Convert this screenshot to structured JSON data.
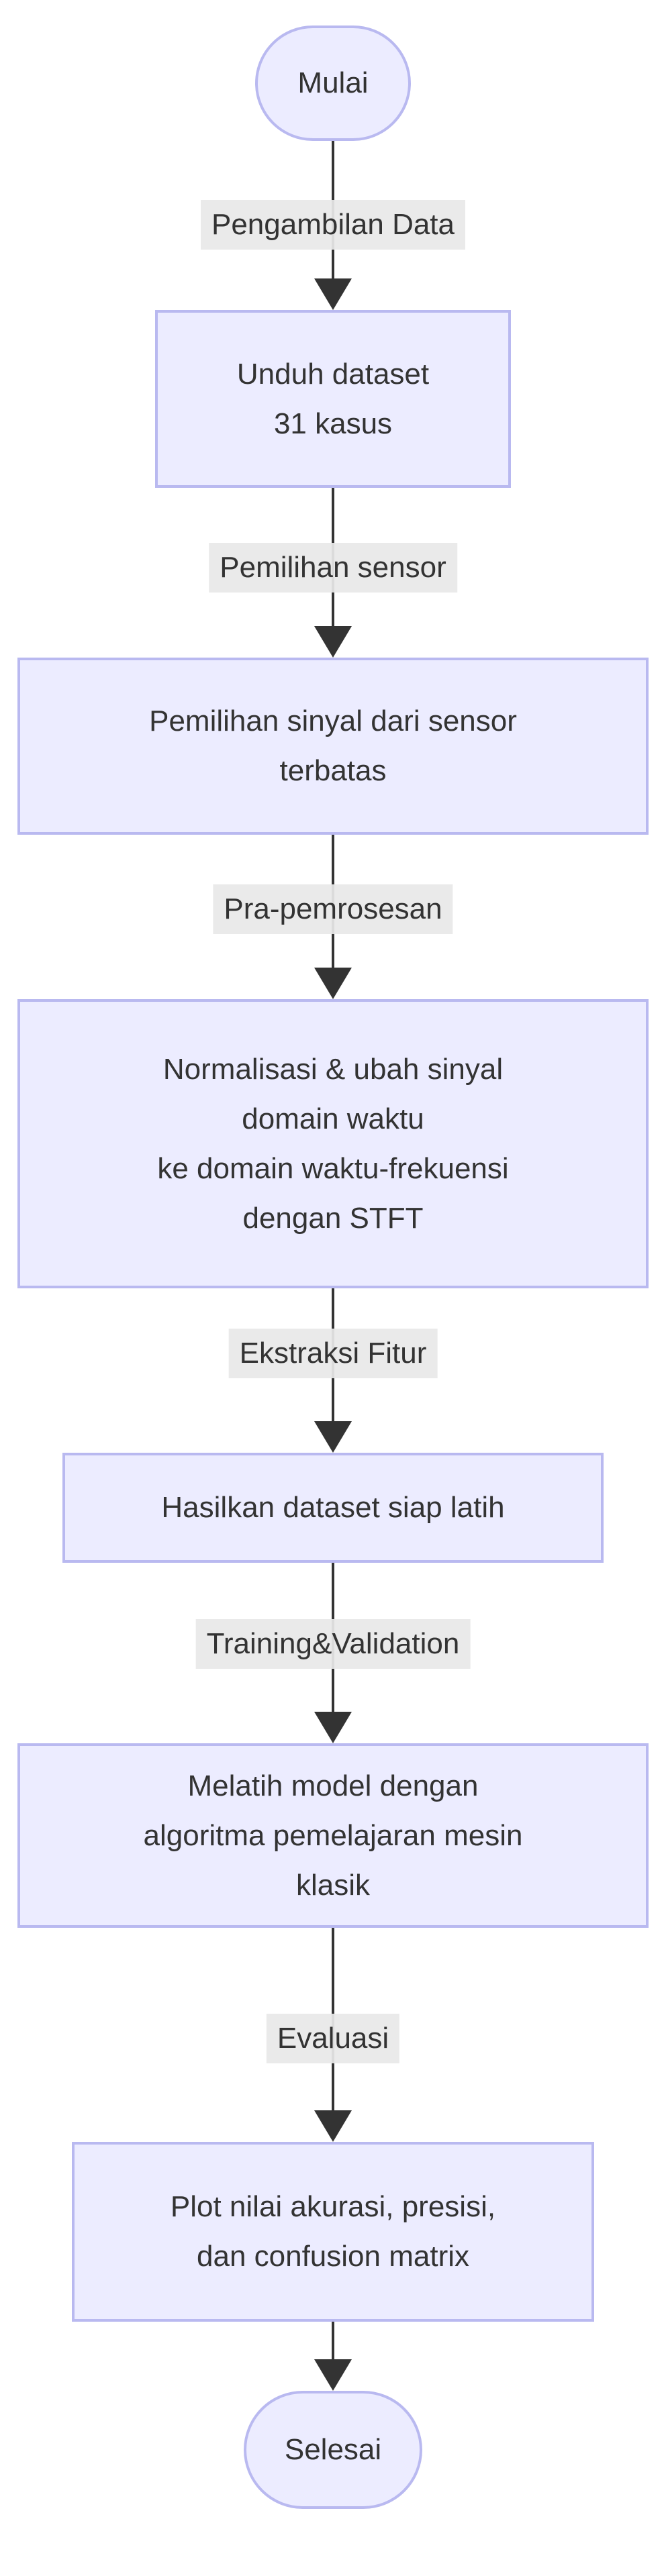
{
  "diagram": {
    "type": "flowchart",
    "direction": "top-down",
    "nodes": [
      {
        "id": "start",
        "shape": "stadium",
        "label": "Mulai"
      },
      {
        "id": "unduh",
        "shape": "rect",
        "lines": [
          "Unduh dataset",
          "31 kasus"
        ]
      },
      {
        "id": "pemilihan",
        "shape": "rect",
        "lines": [
          "Pemilihan sinyal dari sensor",
          "terbatas"
        ]
      },
      {
        "id": "normalisasi",
        "shape": "rect",
        "lines": [
          "Normalisasi & ubah sinyal",
          "domain waktu",
          "ke domain waktu-frekuensi",
          "dengan STFT"
        ]
      },
      {
        "id": "hasilkan",
        "shape": "rect",
        "lines": [
          "Hasilkan dataset siap latih"
        ]
      },
      {
        "id": "melatih",
        "shape": "rect",
        "lines": [
          "Melatih model dengan",
          "algoritma pemelajaran mesin",
          "klasik"
        ]
      },
      {
        "id": "plot",
        "shape": "rect",
        "lines": [
          "Plot nilai akurasi, presisi,",
          "dan confusion matrix"
        ]
      },
      {
        "id": "end",
        "shape": "stadium",
        "label": "Selesai"
      }
    ],
    "edges": [
      {
        "from": "start",
        "to": "unduh",
        "label": "Pengambilan Data"
      },
      {
        "from": "unduh",
        "to": "pemilihan",
        "label": "Pemilihan sensor"
      },
      {
        "from": "pemilihan",
        "to": "normalisasi",
        "label": "Pra-pemrosesan"
      },
      {
        "from": "normalisasi",
        "to": "hasilkan",
        "label": "Ekstraksi Fitur"
      },
      {
        "from": "hasilkan",
        "to": "melatih",
        "label": "Training&Validation"
      },
      {
        "from": "melatih",
        "to": "plot",
        "label": "Evaluasi"
      },
      {
        "from": "plot",
        "to": "end",
        "label": ""
      }
    ],
    "colors": {
      "node_fill": "#ECECFF",
      "node_border": "#B9B9F0",
      "edge_label_bg": "#E8E8E8",
      "line": "#333333",
      "text": "#333333"
    }
  }
}
